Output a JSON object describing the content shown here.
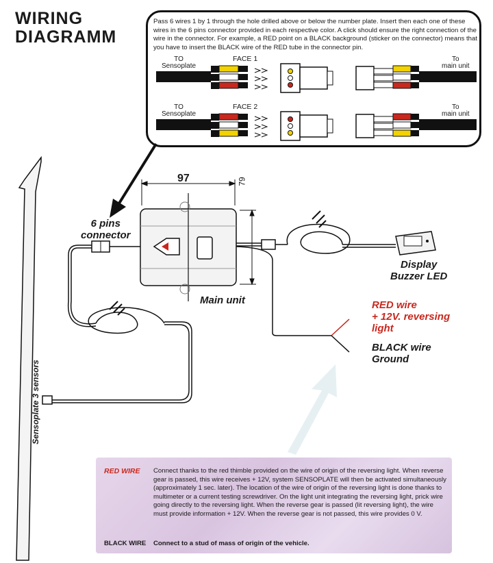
{
  "title": {
    "line1": "WIRING",
    "line2": "DIAGRAMM"
  },
  "instructions": "Pass 6 wires 1 by 1 through the hole drilled above or below the number plate. Insert then each one of these wires in the 6 pins connector provided in each respective color. A click should ensure the right connection of the wire in the connector. For example, a RED point on a BLACK background (sticker on the connector)  means that you have to insert the BLACK wire of the RED tube in the connector pin.",
  "faces": {
    "face1": {
      "label": "FACE 1",
      "left": "TO\nSensoplate",
      "right": "To\nmain unit"
    },
    "face2": {
      "label": "FACE 2",
      "left": "TO\nSensoplate",
      "right": "To\nmain unit"
    }
  },
  "dimensions": {
    "width": "97",
    "height": "79"
  },
  "labels": {
    "connector": "6 pins\nconnector",
    "main_unit": "Main unit",
    "display": "Display\nBuzzer LED",
    "red_wire": "RED wire\n+ 12V. reversing\nlight",
    "black_wire": "BLACK wire\nGround",
    "sensoplate": "Sensoplate 3 sensors"
  },
  "notes": {
    "red_title": "RED WIRE",
    "red_text": "Connect thanks to the red thimble provided on the wire of origin of the reversing light. When reverse gear is passed, this wire receives + 12V, system SENSOPLATE will then be activated simultaneously (approximately 1 sec. later). The location of the wire of origin of the reversing light is done thanks to multimeter or a current testing screwdriver. On the light unit integrating the reversing light, prick wire going directly to the reversing light. When the reverse gear is passed (lit reversing light), the wire must provide information + 12V. When the reverse gear is not passed, this wire provides 0 V.",
    "black_title": "BLACK WIRE",
    "black_text": "Connect to a stud of mass of origin of the vehicle."
  },
  "colors": {
    "red": "#c8281e",
    "yellow": "#f2d200",
    "white": "#ffffff",
    "black": "#111111",
    "note_bg": "#dccbe3"
  }
}
